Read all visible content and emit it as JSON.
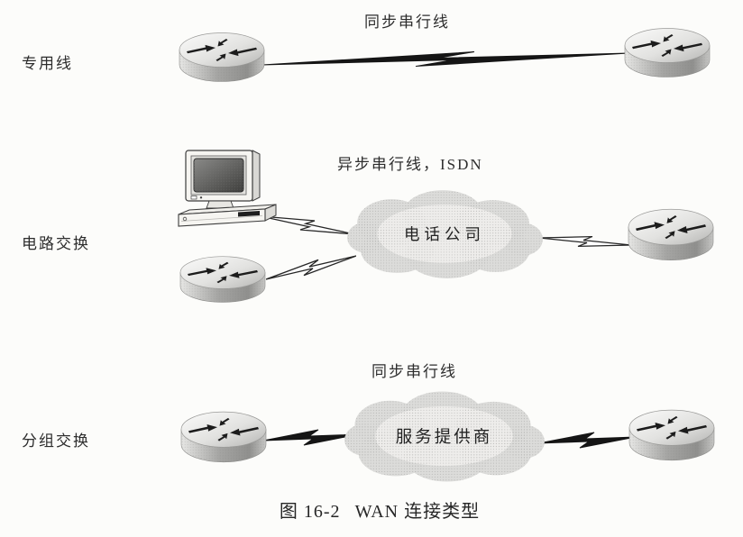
{
  "background": "#fcfcfa",
  "ink_color": "#1c1c1c",
  "cloud_fill": "#dcdcda",
  "caption": {
    "number": "图 16-2",
    "title": "WAN 连接类型"
  },
  "rows": [
    {
      "label": "专用线",
      "link_label": "同步串行线",
      "link_icon": "lightning-bolt-icon",
      "left_device_icon": "router-icon",
      "right_device_icon": "router-icon"
    },
    {
      "label": "电路交换",
      "link_label": "异步串行线，ISDN",
      "cloud_label": "电话公司",
      "link_icon": "lightning-bolt-icon",
      "left_device_icons": [
        "pc-icon",
        "router-icon"
      ],
      "cloud_icon": "cloud-icon",
      "right_device_icon": "router-icon"
    },
    {
      "label": "分组交换",
      "link_label": "同步串行线",
      "cloud_label": "服务提供商",
      "link_icon": "lightning-bolt-icon",
      "left_device_icon": "router-icon",
      "cloud_icon": "cloud-icon",
      "right_device_icon": "router-icon"
    }
  ]
}
